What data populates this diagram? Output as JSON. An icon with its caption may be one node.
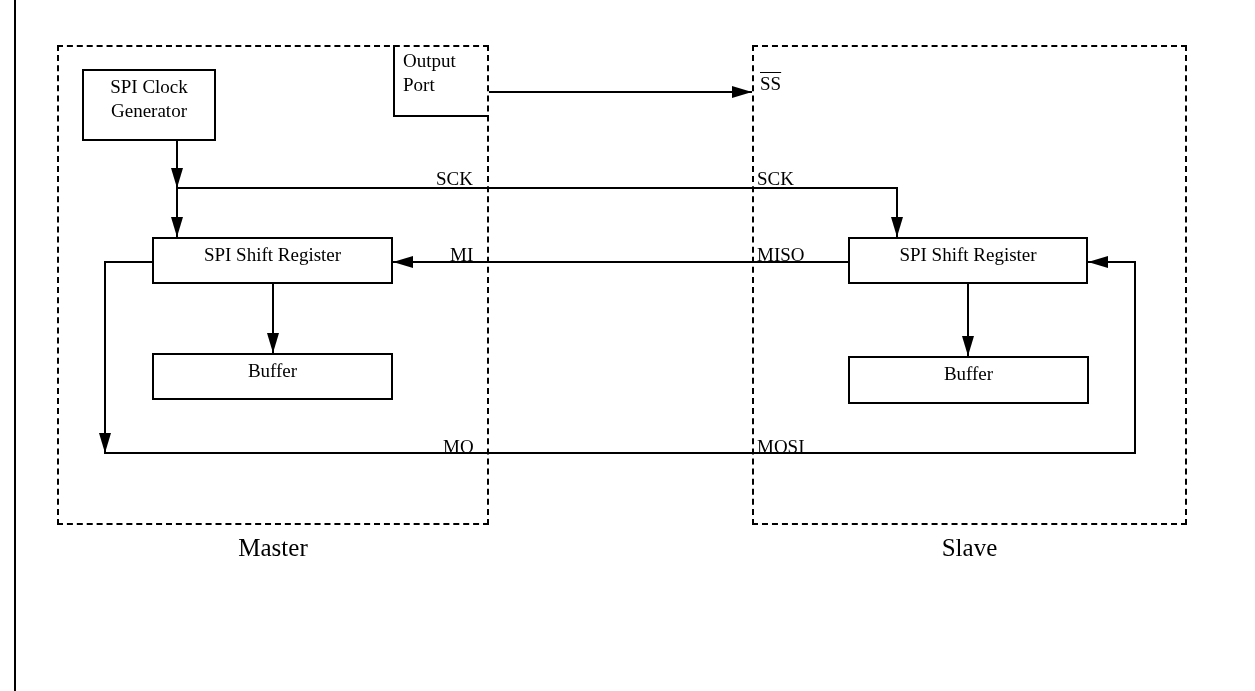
{
  "diagram": {
    "nodes": [
      {
        "text": [
          "Master"
        ]
      },
      {
        "text": [
          "SPI Clock Generator"
        ],
        "in": 0
      },
      {
        "text": [
          "Output Port"
        ],
        "in": 0
      },
      {
        "text": [
          "SPI Shift Register"
        ],
        "in": 0
      },
      {
        "text": [
          "Buffer"
        ],
        "in": 0
      },
      {
        "text": [
          "Slave"
        ]
      },
      {
        "text": [
          "SPI Shift Register"
        ],
        "in": 5
      },
      {
        "text": [
          "Buffer"
        ],
        "in": 5
      }
    ],
    "edges": [
      {
        "from": 1,
        "to": 3,
        "arrow": "to"
      },
      {
        "from": 1,
        "to": 6,
        "arrow": "to"
      },
      {
        "from": 2,
        "to": 5,
        "arrow": "to"
      },
      {
        "from": 6,
        "to": 3,
        "arrow": "to"
      },
      {
        "from": 3,
        "to": 6,
        "arrow": "to"
      },
      {
        "from": 3,
        "to": 4,
        "arrow": "to"
      },
      {
        "from": 6,
        "to": 7,
        "arrow": "to"
      }
    ],
    "labels": [
      "SS",
      "SCK",
      "SCK",
      "MI",
      "MISO",
      "MO",
      "MOSI"
    ]
  }
}
